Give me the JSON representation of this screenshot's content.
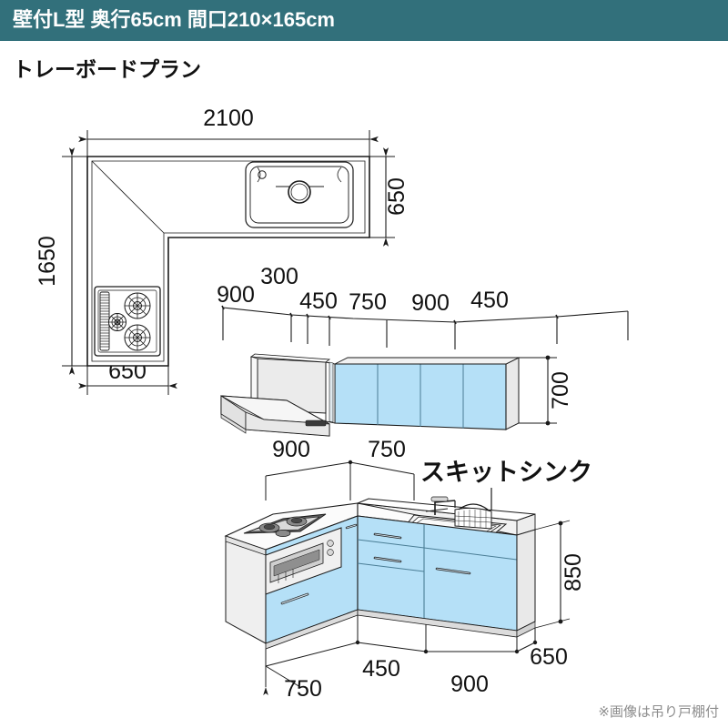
{
  "header": {
    "title": "壁付L型 奥行65cm 間口210×165cm",
    "background_color": "#32707b",
    "text_color": "#ffffff"
  },
  "subtitle": "トレーボードプラン",
  "footer_note": "※画像は吊り戸棚付",
  "colors": {
    "header_teal": "#32707b",
    "cabinet_blue": "#b5e0f7",
    "cabinet_blue_dark": "#9ed4f2",
    "counter_white": "#ffffff",
    "counter_gray": "#e8e8e8",
    "line": "#1a1a1a",
    "footer_gray": "#8d8d8d"
  },
  "plan_view": {
    "name": "平面図",
    "overall_width": "2100",
    "overall_depth_right": "650",
    "overall_height": "1650",
    "leg_width": "650",
    "fixtures": [
      {
        "name": "sink",
        "label": "シンク"
      },
      {
        "name": "gas-cooktop",
        "label": "コンロ"
      }
    ]
  },
  "wall_cabinet_view": {
    "name": "吊り戸棚",
    "height_dim": "700",
    "segments": [
      "900",
      "300",
      "450",
      "750",
      "900",
      "450"
    ],
    "panel_count": 4,
    "range_hood": "レンジフード"
  },
  "base_cabinet_view": {
    "name": "キャビネット",
    "height_dim": "850",
    "top_dims": [
      "900",
      "750"
    ],
    "bottom_dims": [
      "750",
      "450",
      "900",
      "650"
    ],
    "callout": "スキットシンク",
    "fixtures": [
      {
        "name": "gas-cooktop",
        "label": "ガスコンロ"
      },
      {
        "name": "oven-grill",
        "label": "グリル"
      },
      {
        "name": "sink",
        "label": "シンク"
      },
      {
        "name": "faucet",
        "label": "水栓"
      },
      {
        "name": "drain-basket",
        "label": "水切りかご"
      }
    ]
  }
}
